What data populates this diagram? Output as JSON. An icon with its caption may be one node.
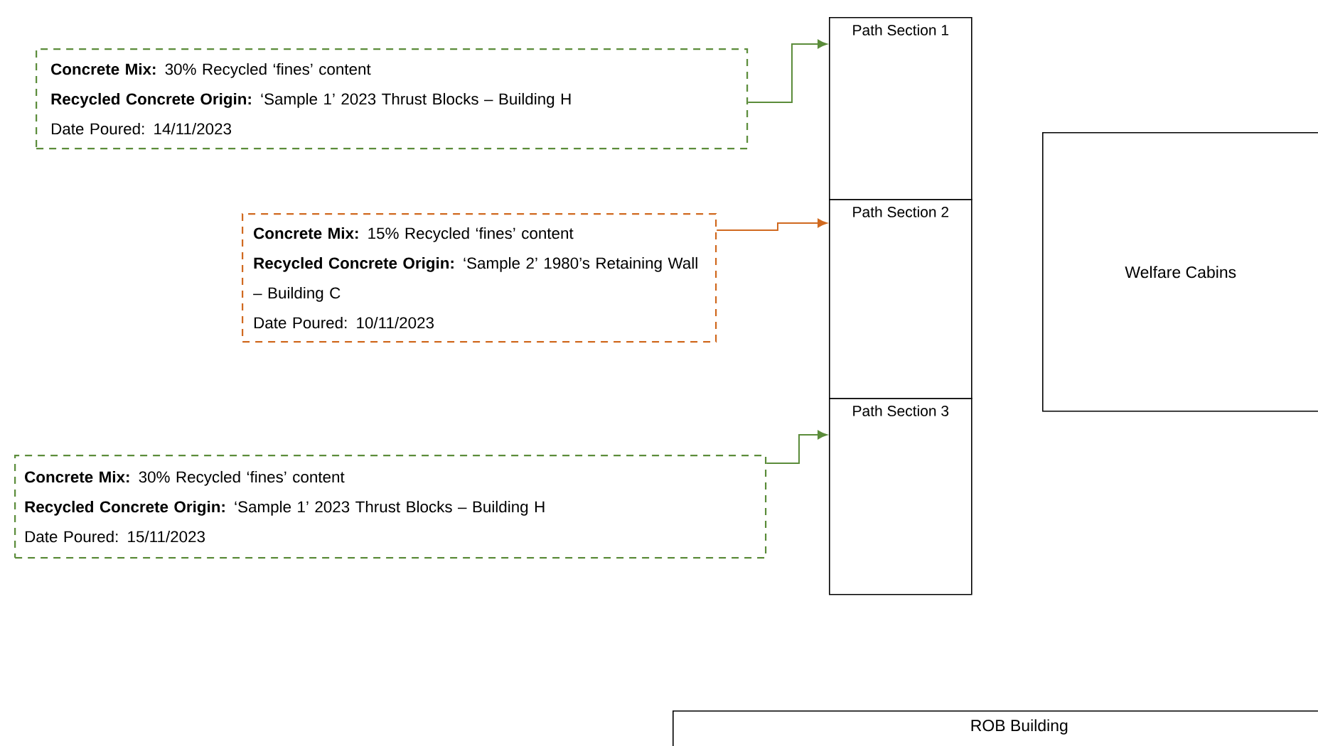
{
  "diagram": {
    "nodes": [
      {
        "text": [
          "**Concrete Mix:** 30% Recycled ‘fines’ content",
          "**Recycled Concrete Origin:** ‘Sample 1’ 2023 Thrust Blocks – Building H",
          "Date Poured: 14/11/2023"
        ]
      },
      {
        "text": [
          "Path Section 1"
        ]
      },
      {
        "text": [
          "**Concrete Mix:** 15% Recycled ‘fines’ content",
          "**Recycled Concrete Origin:** ‘Sample 2’ 1980’s Retaining Wall – Building C",
          "Date Poured: 10/11/2023"
        ]
      },
      {
        "text": [
          "Path Section 2"
        ]
      },
      {
        "text": [
          "Welfare Cabins"
        ]
      },
      {
        "text": [
          "**Concrete Mix:** 30% Recycled ‘fines’ content",
          "**Recycled Concrete Origin:** ‘Sample 1’ 2023 Thrust Blocks – Building H",
          "Date Poured: 15/11/2023"
        ]
      },
      {
        "text": [
          "Path Section 3"
        ]
      },
      {
        "text": [
          "ROB Building"
        ]
      }
    ],
    "edges": [
      {
        "from": 0,
        "to": 1,
        "arrow": "to",
        "color": "#5b8c3a"
      },
      {
        "from": 2,
        "to": 3,
        "arrow": "to",
        "color": "#d0691f"
      },
      {
        "from": 5,
        "to": 6,
        "arrow": "to",
        "color": "#5b8c3a"
      }
    ]
  }
}
